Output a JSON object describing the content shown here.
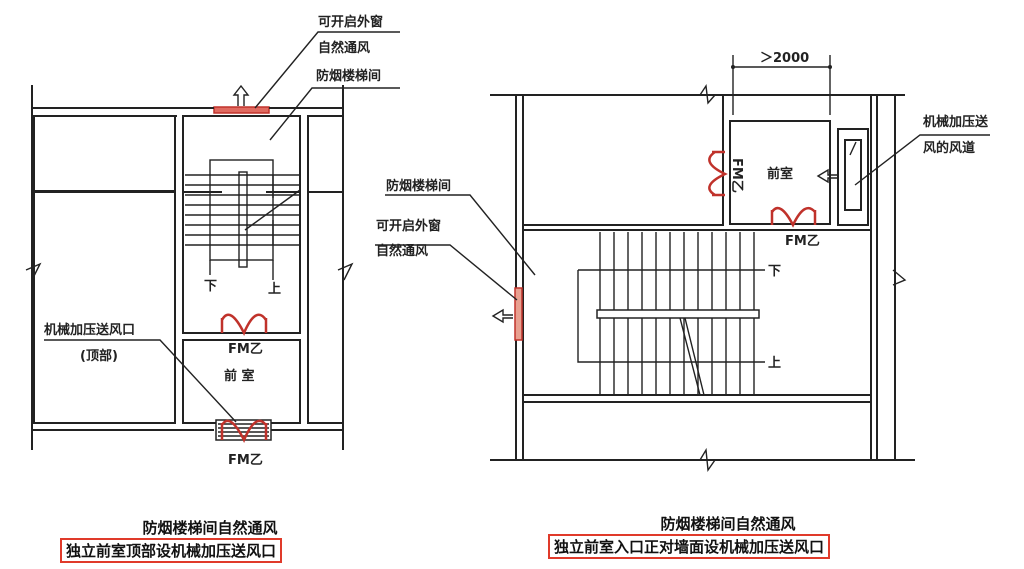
{
  "left_diagram": {
    "labels": {
      "window_line1": "可开启外窗",
      "window_line2": "自然通风",
      "stairwell": "防烟楼梯间",
      "down": "下",
      "up": "上",
      "door_1": "FM乙",
      "anteroom": "前 室",
      "vent_line1": "机械加压送风口",
      "vent_line2": "(顶部)",
      "door_2": "FM乙"
    },
    "caption_line1": "防烟楼梯间自然通风",
    "caption_line2": "独立前室顶部设机械加压送风口"
  },
  "right_diagram": {
    "labels": {
      "dimension": "＞2000",
      "duct_line1": "机械加压送",
      "duct_line2": "风的风道",
      "anteroom": "前室",
      "door_side": "FM乙",
      "door_bottom": "FM乙",
      "stairwell": "防烟楼梯间",
      "window_line1": "可开启外窗",
      "window_line2": "自然通风",
      "down": "下",
      "up": "上"
    },
    "caption_line1": "防烟楼梯间自然通风",
    "caption_line2": "独立前室入口正对墙面设机械加压送风口"
  },
  "colors": {
    "highlight": "#e03a2a",
    "wall": "#222222"
  }
}
